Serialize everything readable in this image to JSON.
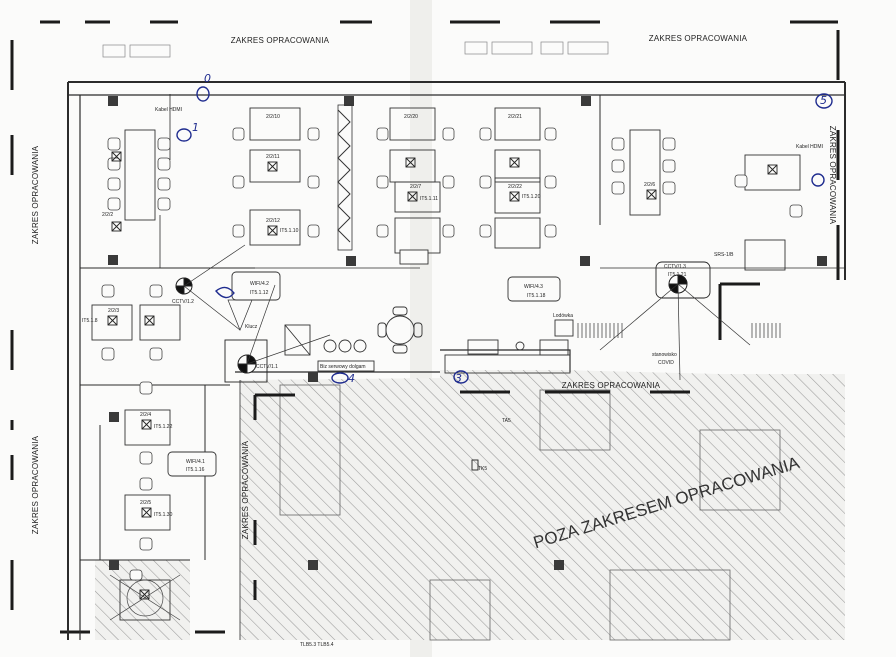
{
  "zones": {
    "top_left": "ZAKRES OPRACOWANIA",
    "top_right": "ZAKRES OPRACOWANIA",
    "left_upper": "ZAKRES OPRACOWANIA",
    "left_lower": "ZAKRES OPRACOWANIA",
    "right": "ZAKRES OPRACOWANIA",
    "middle": "ZAKRES OPRACOWANIA",
    "corridor": "ZAKRES OPRACOWANIA",
    "outside": "POZA ZAKRESEM OPRACOWANIA"
  },
  "labels": {
    "kabel_hdmi_left": "Kabel HDMI",
    "kabel_hdmi_right": "Kabel HDMI",
    "cctv2": "CCTV/1.2",
    "cctv1": "CCTV/1.1",
    "cctv3": "CCTV/1.3",
    "cctv3_sub": "IT5.1.21",
    "wifi2": "WIFI/4.2",
    "wifi2_sub": "IT5.1.12",
    "wifi3": "WIFI/4.3",
    "wifi3_sub": "IT5.1.18",
    "wifi1": "WIFI/4.1",
    "wifi1_sub": "IT5.1.16",
    "klucz": "Klucz",
    "biz": "Biz serwowy dolgam",
    "ladowka": "Lodówka",
    "stanowisko": "stanowisko",
    "covid": "COVID",
    "srs": "SRS-1/B",
    "tks": "TK5",
    "tlb": "TLB5.3 TLB5.4",
    "ta5": "TA5",
    "desk_2_2_10": "2/2/10",
    "desk_2_2_11": "2/2/11",
    "desk_2_2_12": "2/2/12",
    "desk_2_2_20": "2/2/20",
    "desk_2_2_21": "2/2/21",
    "desk_2_2_22": "2/2/22",
    "desk_2_2_2": "2/2/2",
    "desk_2_2_3": "2/2/3",
    "desk_2_2_4": "2/2/4",
    "desk_2_2_5": "2/2/5",
    "desk_2_2_6": "2/2/6",
    "desk_2_2_7": "2/2/7",
    "pc_it5_1_10": "IT5.1.10",
    "pc_it5_1_11": "IT5.1.11",
    "pc_it5_1_20": "IT5.1.20",
    "pc_it5_1_22": "IT5.1.22",
    "pc_it5_1_30": "IT5.1.30",
    "pc_it5_1_8": "IT5.1.8"
  },
  "handwritten": {
    "n0": "0",
    "n1": "1",
    "n3": "3",
    "n4": "4",
    "n5": "5"
  },
  "colors": {
    "ink": "#2b2b2b",
    "hatch": "#9a9a9a",
    "pen": "#1f2c8f"
  }
}
